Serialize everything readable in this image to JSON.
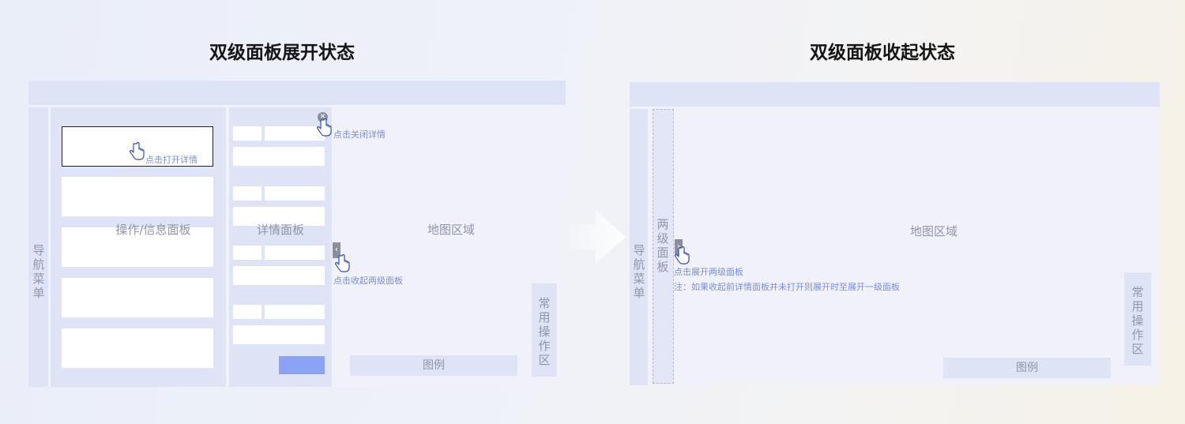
{
  "left_panel": {
    "title": "双级面板展开状态",
    "nav_menu": "导航菜单",
    "info_panel": "操作/信息面板",
    "detail_panel": "详情面板",
    "map_area": "地图区域",
    "common_ops": "常用操作区",
    "legend": "图例",
    "hint_open_detail": "点击打开详情",
    "hint_close_detail": "点击关闭详情",
    "hint_collapse": "点击收起两级面板",
    "close_glyph": "✕",
    "collapse_glyph": "‹"
  },
  "right_panel": {
    "title": "双级面板收起状态",
    "nav_menu": "导航菜单",
    "secondary_panel": "两级面板",
    "map_area": "地图区域",
    "common_ops": "常用操作区",
    "legend": "图例",
    "hint_expand": "点击展开两级面板",
    "note": "注：如果收起前详情面板并未打开则展开时至展开一级面板",
    "expand_glyph": "›"
  },
  "colors": {
    "accent_blue": "#7b8fdc",
    "detail_button": "#8ba3f5",
    "panel_fill": "#dfe3f6"
  }
}
